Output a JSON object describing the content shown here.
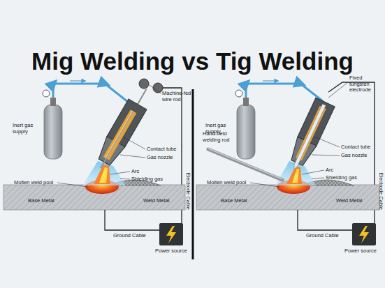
{
  "diagram": {
    "title": "Mig Welding vs Tig Welding",
    "labels": [
      "Inert gas supply",
      "Machine-fed wire rod",
      "Contact tube",
      "Gas nozzle",
      "Arc",
      "Shielding gas",
      "Molten weld pool",
      "Base Metal",
      "Weld Metal",
      "Electrode Cable",
      "Ground Cable",
      "Power source",
      "Inert gas supply",
      "Fixed tungsten electrode",
      "Contact tube",
      "Gas nozzle",
      "Hand-held welding rod",
      "Arc",
      "Shielding gas",
      "Molten weld pool",
      "Base Metal",
      "Weld Metal",
      "Electrode Cable",
      "Ground Cable",
      "Power source"
    ]
  }
}
